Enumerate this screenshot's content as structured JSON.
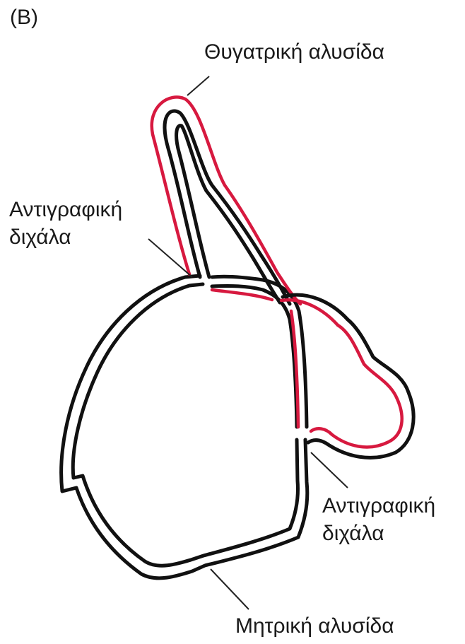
{
  "panel_label": "(B)",
  "labels": {
    "daughter_strand": "Θυγατρική αλυσίδα",
    "replication_fork_left_line1": "Αντιγραφική",
    "replication_fork_left_line2": "διχάλα",
    "replication_fork_right_line1": "Αντιγραφική",
    "replication_fork_right_line2": "διχάλα",
    "parent_strand": "Μητρική αλυσίδα"
  },
  "colors": {
    "parent_strand": "#111111",
    "daughter_strand": "#d7193f",
    "leader_line": "#222222"
  }
}
